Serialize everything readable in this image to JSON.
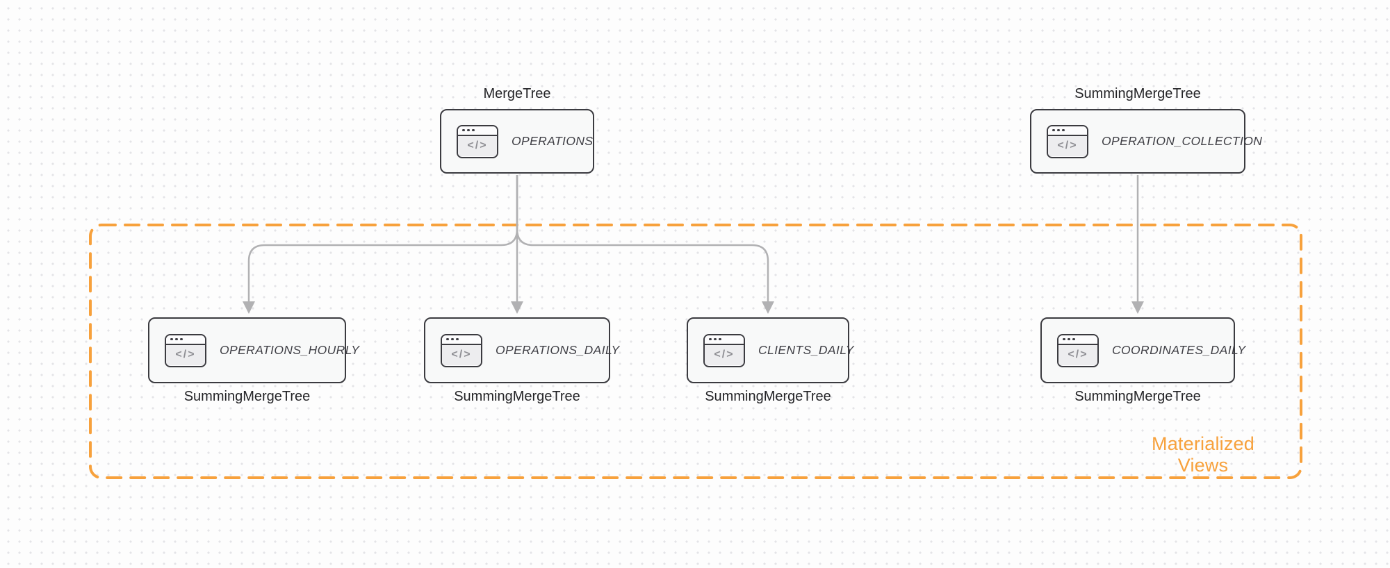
{
  "colors": {
    "accent": "#F7A13C",
    "edge": "#b1b1b3",
    "nodeBorder": "#3b3b40",
    "nodeBg": "#f8f9f9",
    "nodeText": "#3f3f45",
    "labelText": "#232326",
    "glyph": "#8f8f94",
    "canvasBg": "#fdfdfd",
    "dot": "#e4e4e7"
  },
  "diagram": {
    "group_label": "Materialized Views",
    "nodes": [
      {
        "title": "OPERATIONS",
        "engine": "MergeTree",
        "icon": "code-window-icon",
        "glyph": "</>"
      },
      {
        "title": "OPERATION_COLLECTION",
        "engine": "SummingMergeTree",
        "icon": "code-window-icon",
        "glyph": "</>"
      },
      {
        "title": "OPERATIONS_HOURLY",
        "engine": "SummingMergeTree",
        "icon": "code-window-icon",
        "glyph": "</>"
      },
      {
        "title": "OPERATIONS_DAILY",
        "engine": "SummingMergeTree",
        "icon": "code-window-icon",
        "glyph": "</>"
      },
      {
        "title": "CLIENTS_DAILY",
        "engine": "SummingMergeTree",
        "icon": "code-window-icon",
        "glyph": "</>"
      },
      {
        "title": "COORDINATES_DAILY",
        "engine": "SummingMergeTree",
        "icon": "code-window-icon",
        "glyph": "</>"
      }
    ]
  }
}
